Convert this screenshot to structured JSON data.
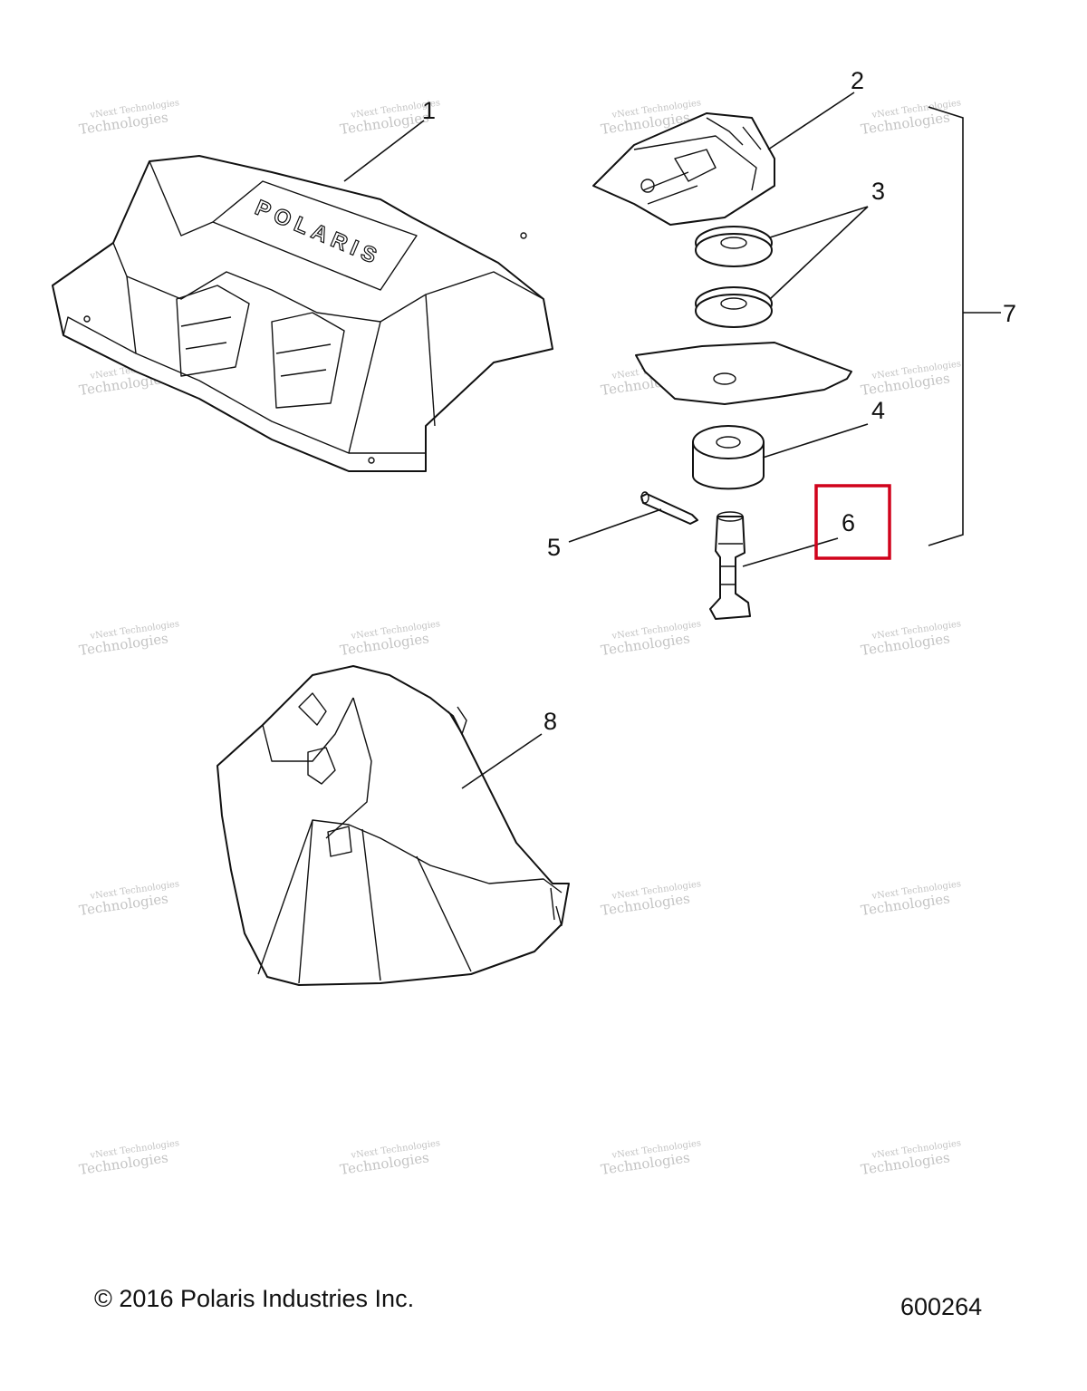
{
  "callouts": [
    {
      "id": "1",
      "label": "1"
    },
    {
      "id": "2",
      "label": "2"
    },
    {
      "id": "3",
      "label": "3"
    },
    {
      "id": "4",
      "label": "4"
    },
    {
      "id": "5",
      "label": "5"
    },
    {
      "id": "6",
      "label": "6",
      "highlighted": true
    },
    {
      "id": "7",
      "label": "7"
    },
    {
      "id": "8",
      "label": "8"
    }
  ],
  "highlight_color": "#d0021b",
  "watermark": {
    "line1": "vNext Technologies",
    "line2": "Technologies"
  },
  "cover_brand": "POLARIS",
  "footer": {
    "copyright": "© 2016 Polaris Industries Inc.",
    "figure_number": "600264"
  }
}
